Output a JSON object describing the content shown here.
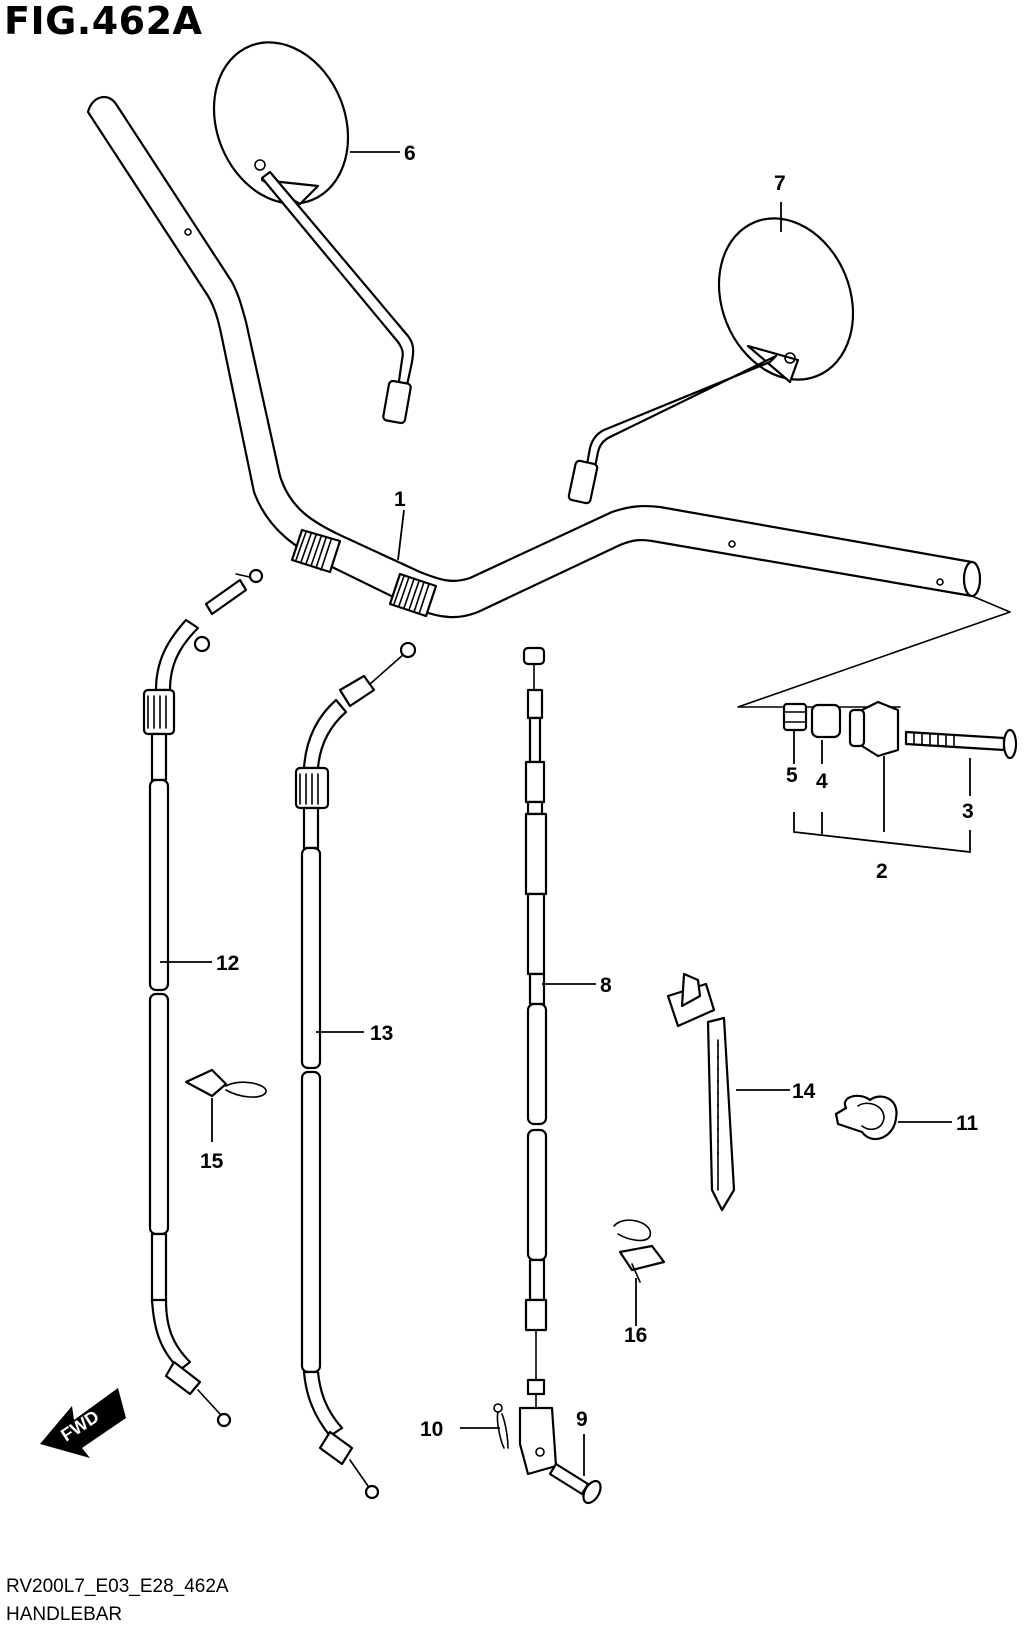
{
  "figure_title": "FIG.462A",
  "model_code": "RV200L7_E03_E28_462A",
  "section_name": "HANDLEBAR",
  "fwd_label": "FWD",
  "callouts": [
    "1",
    "2",
    "3",
    "4",
    "5",
    "6",
    "7",
    "8",
    "9",
    "10",
    "11",
    "12",
    "13",
    "14",
    "15",
    "16"
  ],
  "parts": [
    "handlebar",
    "mirror-left",
    "mirror-right",
    "bar-end-weight",
    "bolt",
    "spacer",
    "nut",
    "throttle-cable-1",
    "throttle-cable-2",
    "clutch-cable",
    "clevis-pin",
    "cotter-pin",
    "cable-clamp",
    "cable-guide-clamp",
    "band-clamp",
    "wire-clamp-15",
    "wire-clamp-16"
  ],
  "colors": {
    "line": "#000000",
    "background": "#ffffff"
  }
}
